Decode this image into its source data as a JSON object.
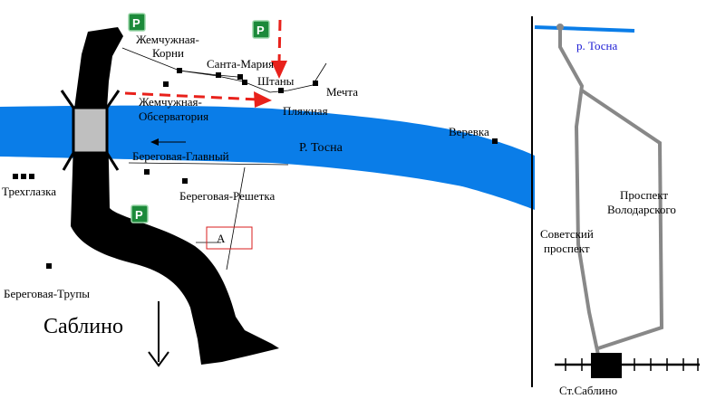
{
  "colors": {
    "river": "#0a7de8",
    "road": "#000000",
    "arrow": "#e8211b",
    "parking_bg": "#1c8a3a",
    "inset_road": "#888888",
    "inset_label": "#1b1bd4",
    "area_box": "#d81c1c"
  },
  "city": {
    "label": "Саблино"
  },
  "river": {
    "label": "Р. Тосна"
  },
  "area": {
    "label": "А"
  },
  "points": [
    {
      "name": "Жемчужная-Корни",
      "label1": "Жемчужная-",
      "label2": "Корни"
    },
    {
      "name": "Санта-Мария",
      "label1": "Санта-Мария",
      "label2": ""
    },
    {
      "name": "Штаны",
      "label1": "Штаны",
      "label2": ""
    },
    {
      "name": "Мечта",
      "label1": "Мечта",
      "label2": ""
    },
    {
      "name": "Жемчужная-Обсерватория",
      "label1": "Жемчужная-",
      "label2": "Обсерватория"
    },
    {
      "name": "Пляжная",
      "label1": "Пляжная",
      "label2": ""
    },
    {
      "name": "Веревка",
      "label1": "Веревка",
      "label2": ""
    },
    {
      "name": "Береговая-Главный",
      "label1": "Береговая-Главный",
      "label2": ""
    },
    {
      "name": "Береговая-Решетка",
      "label1": "Береговая-Решетка",
      "label2": ""
    },
    {
      "name": "Трехглазка",
      "label1": "Трехглазка",
      "label2": ""
    },
    {
      "name": "Береговая-Трупы",
      "label1": "Береговая-Трупы",
      "label2": ""
    }
  ],
  "parking": {
    "icon": "parking-icon",
    "letter": "P"
  },
  "inset": {
    "river_label": "р. Тосна",
    "road1_label1": "Проспект",
    "road1_label2": "Володарского",
    "road2_label1": "Советский",
    "road2_label2": "проспект",
    "station_label": "Ст.Саблино"
  }
}
